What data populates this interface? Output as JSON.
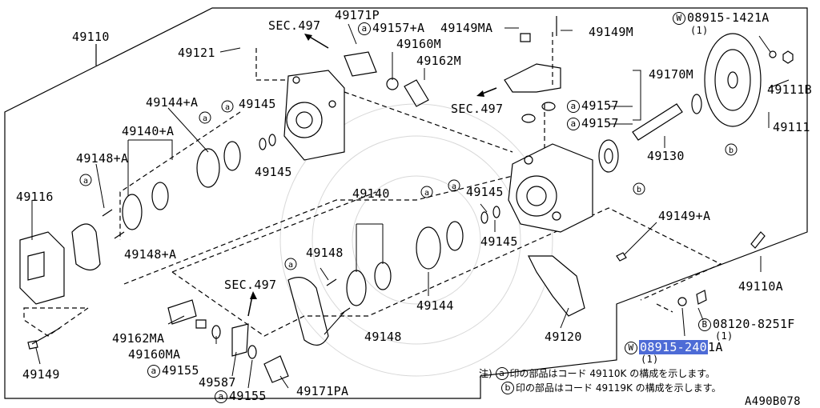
{
  "labels": {
    "p49110": "49110",
    "p49121": "49121",
    "sec497_top": "SEC.497",
    "p49171p": "49171P",
    "p49157a_top": "49157+A",
    "p49149ma": "49149MA",
    "p49149m": "49149M",
    "w08915_1421a": "08915-1421A",
    "w08915_1421a_qty": "(1)",
    "p49160m": "49160M",
    "p49162m": "49162M",
    "p49170m": "49170M",
    "p49111b": "49111B",
    "sec497_mid": "SEC.497",
    "p49157_a": "49157",
    "p49157_b": "49157",
    "p49111": "49111",
    "p49144a": "49144+A",
    "p49145_a": "49145",
    "p49145_b": "49145",
    "p49140a": "49140+A",
    "p49130": "49130",
    "p49148a_top": "49148+A",
    "p49116": "49116",
    "p49140": "49140",
    "p49145_c": "49145",
    "p49145_d": "49145",
    "p49149a": "49149+A",
    "p49148a_bot": "49148+A",
    "p49148_a": "49148",
    "sec497_bot": "SEC.497",
    "p49110a": "49110A",
    "p49144": "49144",
    "p49162ma": "49162MA",
    "p49160ma": "49160MA",
    "p49155_a": "49155",
    "p49148_b": "49148",
    "p49120": "49120",
    "b08120_8251f": "08120-8251F",
    "b08120_qty": "(1)",
    "w08915_2401a_hl": "08915-240",
    "w08915_2401a_rest": "1A",
    "w08915_2401a_qty": "(1)",
    "p49149": "49149",
    "p49587": "49587",
    "p49155_b": "49155",
    "p49171pa": "49171PA",
    "diagram_code": "A490B078"
  },
  "markers": {
    "a": "a",
    "b": "b",
    "w": "W",
    "bb": "B"
  },
  "notes": {
    "prefix": "注)",
    "line_a": "印の部品はコード 49110K の構成を示します。",
    "line_b": "印の部品はコード 49119K の構成を示します。"
  }
}
